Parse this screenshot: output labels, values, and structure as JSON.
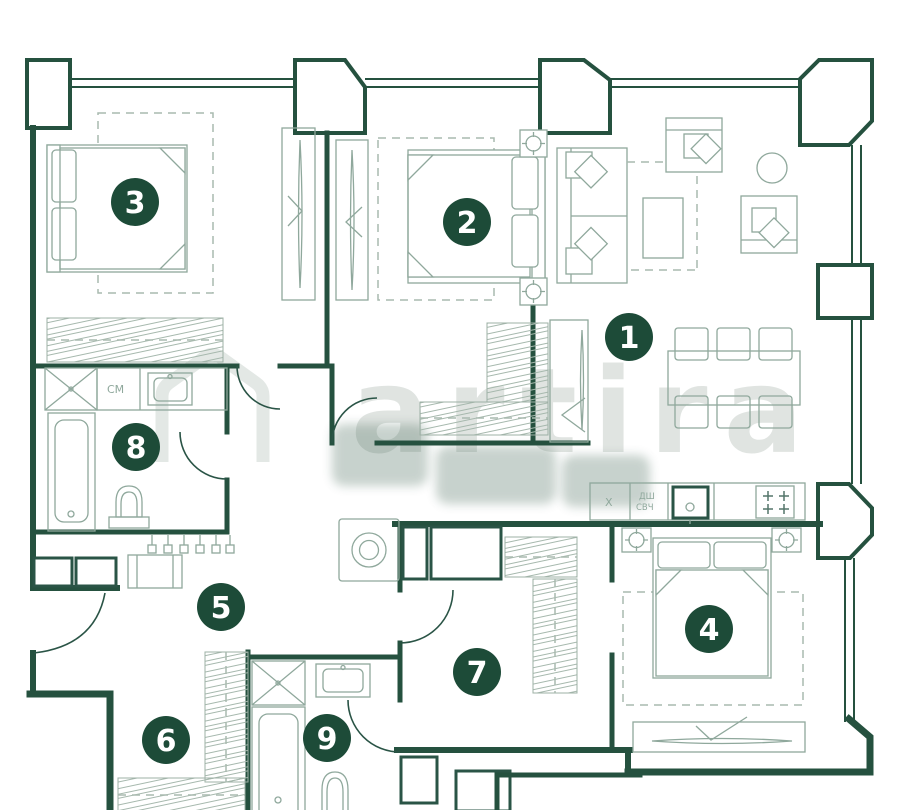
{
  "plan": {
    "type": "apartment floor plan",
    "watermark": {
      "brand": "artira"
    }
  },
  "rooms": [
    {
      "number": "1"
    },
    {
      "number": "2"
    },
    {
      "number": "3"
    },
    {
      "number": "4"
    },
    {
      "number": "5"
    },
    {
      "number": "6"
    },
    {
      "number": "7"
    },
    {
      "number": "8"
    },
    {
      "number": "9"
    }
  ],
  "labels": {
    "washing_machine": "СМ",
    "fridge": "X",
    "dishwasher": "ДШ",
    "microwave": "СВЧ"
  },
  "colors": {
    "wall": "#25513f",
    "badge_fill": "#1d4b38",
    "badge_text": "#ffffff",
    "furniture_line": "#8fa89c",
    "background": "#ffffff"
  }
}
